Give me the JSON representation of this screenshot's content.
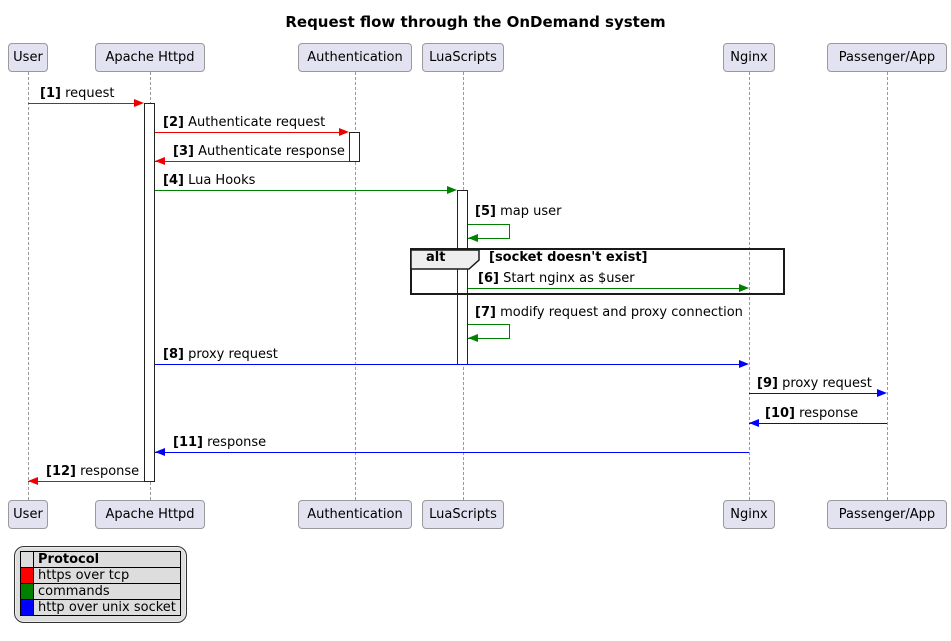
{
  "diagram": {
    "title": "Request flow through the OnDemand system",
    "type": "sequence"
  },
  "participants": [
    {
      "name": "User"
    },
    {
      "name": "Apache Httpd"
    },
    {
      "name": "Authentication"
    },
    {
      "name": "LuaScripts"
    },
    {
      "name": "Nginx"
    },
    {
      "name": "Passenger/App"
    }
  ],
  "messages": [
    {
      "num": "[1]",
      "text": "request",
      "from": "User",
      "to": "Apache Httpd",
      "protocol": "https over tcp"
    },
    {
      "num": "[2]",
      "text": "Authenticate request",
      "from": "Apache Httpd",
      "to": "Authentication",
      "protocol": "https over tcp"
    },
    {
      "num": "[3]",
      "text": "Authenticate response",
      "from": "Authentication",
      "to": "Apache Httpd",
      "protocol": "https over tcp"
    },
    {
      "num": "[4]",
      "text": "Lua Hooks",
      "from": "Apache Httpd",
      "to": "LuaScripts",
      "protocol": "commands"
    },
    {
      "num": "[5]",
      "text": "map user",
      "from": "LuaScripts",
      "to": "LuaScripts",
      "protocol": "commands"
    },
    {
      "num": "[6]",
      "text": "Start nginx as $user",
      "from": "LuaScripts",
      "to": "Nginx",
      "protocol": "commands"
    },
    {
      "num": "[7]",
      "text": "modify request and proxy connection",
      "from": "LuaScripts",
      "to": "LuaScripts",
      "protocol": "commands"
    },
    {
      "num": "[8]",
      "text": "proxy request",
      "from": "Apache Httpd",
      "to": "Nginx",
      "protocol": "http over unix socket"
    },
    {
      "num": "[9]",
      "text": "proxy request",
      "from": "Nginx",
      "to": "Passenger/App",
      "protocol": "http over unix socket"
    },
    {
      "num": "[10]",
      "text": "response",
      "from": "Passenger/App",
      "to": "Nginx",
      "protocol": "http over unix socket"
    },
    {
      "num": "[11]",
      "text": "response",
      "from": "Nginx",
      "to": "Apache Httpd",
      "protocol": "http over unix socket"
    },
    {
      "num": "[12]",
      "text": "response",
      "from": "Apache Httpd",
      "to": "User",
      "protocol": "https over tcp"
    }
  ],
  "alt_fragment": {
    "operator": "alt",
    "condition": "[socket doesn't exist]"
  },
  "legend": {
    "title": "Protocol",
    "items": [
      {
        "label": "https over tcp",
        "color": "#FF0000"
      },
      {
        "label": "commands",
        "color": "#008000"
      },
      {
        "label": "http over unix socket",
        "color": "#0000FF"
      }
    ]
  },
  "colors": {
    "red": "#EE0000",
    "green": "#008000",
    "blue": "#0000FF",
    "participant_fill": "#E2E2F0",
    "lifeline": "#999999"
  }
}
